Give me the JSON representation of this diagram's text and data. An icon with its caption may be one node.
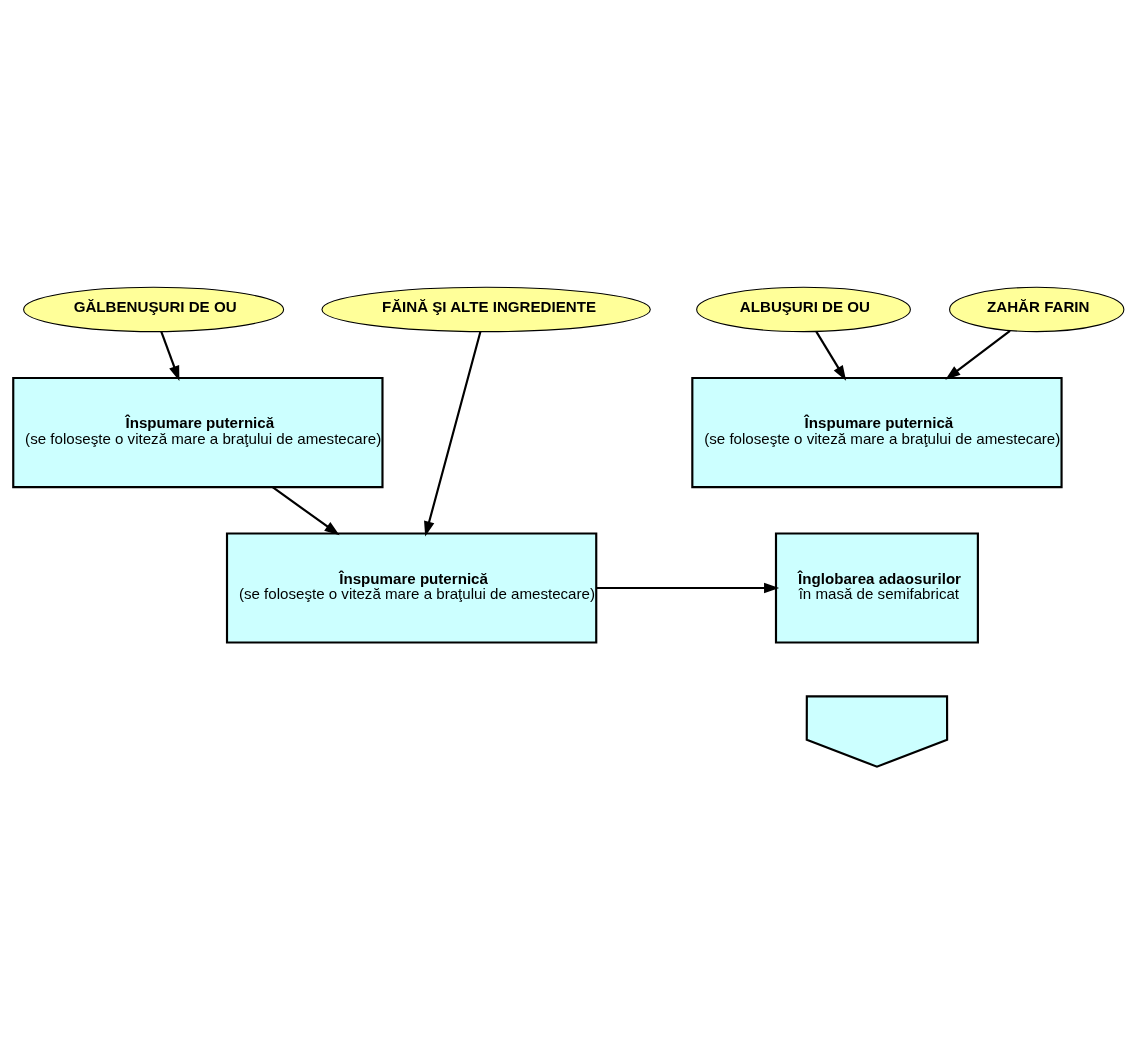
{
  "diagram": {
    "nodes": [
      {
        "text": [
          "GĂLBENUŞURI DE OU"
        ]
      },
      {
        "text": [
          "Înspumare puternică",
          "(se foloseşte o viteză mare a braţului de amestecare)"
        ]
      },
      {
        "text": [
          "ALBUŞURI DE OU"
        ]
      },
      {
        "text": [
          "ZAHĂR FARIN"
        ]
      },
      {
        "text": [
          "Înspumare puternică",
          "(se foloseşte o viteză mare a braţului de amestecare)"
        ]
      },
      {
        "text": [
          "FĂINĂ ŞI ALTE INGREDIENTE"
        ]
      },
      {
        "text": [
          "Înspumare puternică",
          "(se foloseşte o viteză mare a braţului de amestecare)"
        ]
      },
      {
        "text": [
          "Înglobarea adaosurilor",
          "în masă de semifabricat"
        ]
      },
      {
        "text": [],
        "shape": "arrow"
      }
    ],
    "edges": [
      {
        "from": 0,
        "to": 1,
        "arrow": "to"
      },
      {
        "from": 2,
        "to": 4,
        "arrow": "to"
      },
      {
        "from": 3,
        "to": 4,
        "arrow": "to"
      },
      {
        "from": 1,
        "to": 6,
        "arrow": "to"
      },
      {
        "from": 5,
        "to": 6,
        "arrow": "to"
      },
      {
        "from": 6,
        "to": 7,
        "arrow": "to"
      }
    ]
  }
}
